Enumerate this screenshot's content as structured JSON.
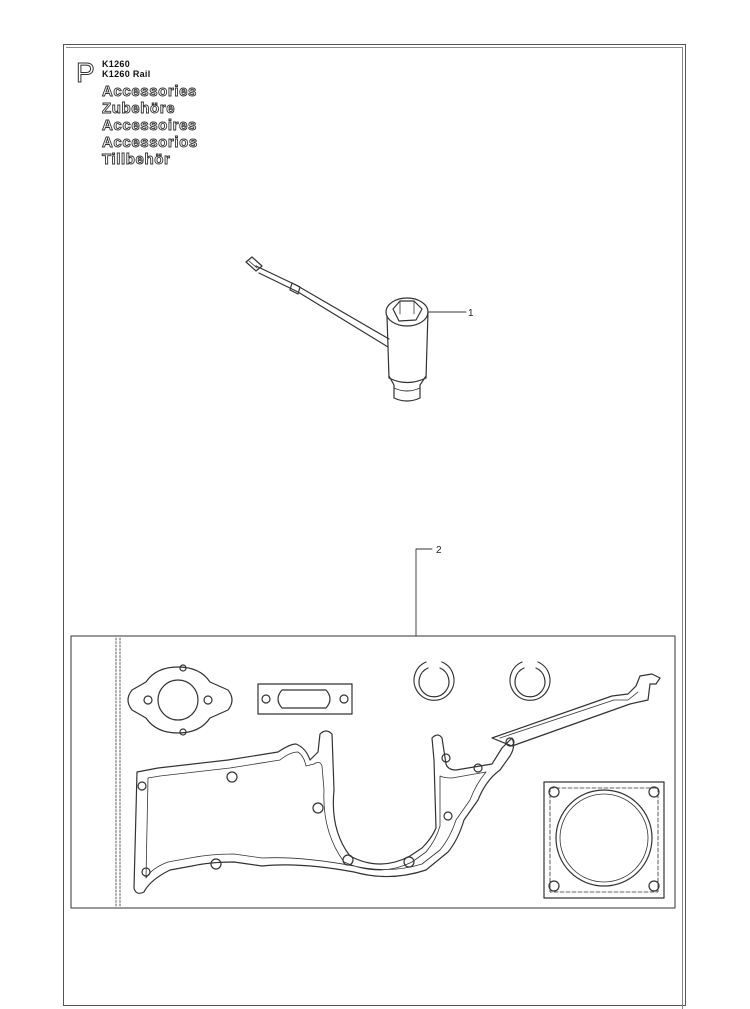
{
  "header": {
    "letter": "P",
    "models": [
      "K1260",
      "K1260 Rail"
    ],
    "titles": [
      "Accessories",
      "Zubehöre",
      "Accessoires",
      "Accessorios",
      "Tillbehör"
    ]
  },
  "callouts": {
    "wrench": "1",
    "gasket_kit": "2"
  },
  "colors": {
    "line": "#333333",
    "frame": "#555555"
  }
}
